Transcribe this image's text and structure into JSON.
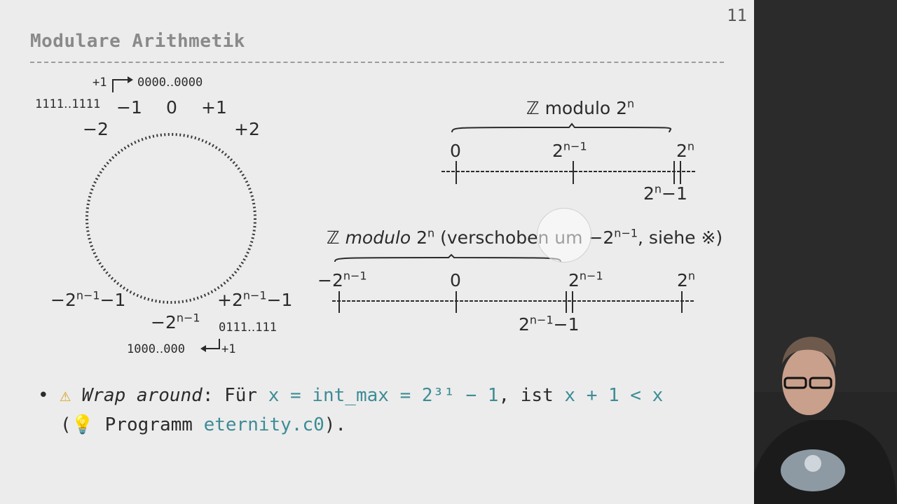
{
  "slide": {
    "number": "11",
    "title": "Modulare Arithmetik"
  },
  "circle": {
    "top_plus1": "+1",
    "top_bits": "0000‥0000",
    "left_bits": "1111‥1111",
    "minus1": "−1",
    "zero": "0",
    "plus1": "+1",
    "minus2": "−2",
    "plus2": "+2",
    "neg_min_minus1_base": "−2",
    "neg_min_minus1_sup": "n−1",
    "neg_min_minus1_tail": "−1",
    "pos_max_base": "+2",
    "pos_max_sup": "n−1",
    "pos_max_tail": "−1",
    "bottom_base": "−2",
    "bottom_sup": "n−1",
    "right_bits": "0111‥111",
    "bottom_bits": "1000‥000",
    "bottom_plus1": "+1"
  },
  "line1": {
    "caption_set": "ℤ",
    "caption_text": "modulo 2",
    "caption_sup": "n",
    "tick0": "0",
    "tick_mid_base": "2",
    "tick_mid_sup": "n−1",
    "tick_end_base": "2",
    "tick_end_sup": "n",
    "below_base": "2",
    "below_sup": "n",
    "below_tail": "−1"
  },
  "line2": {
    "caption_set": "ℤ",
    "caption_italic": "modulo",
    "caption_text": " 2",
    "caption_sup": "n",
    "caption_paren": " (verschoben um −2",
    "caption_paren_sup": "n−1",
    "caption_end": ", siehe ※)",
    "tick_left_base": "−2",
    "tick_left_sup": "n−1",
    "tick0": "0",
    "tick_mid_base": "2",
    "tick_mid_sup": "n−1",
    "tick_end_base": "2",
    "tick_end_sup": "n",
    "below_base": "2",
    "below_sup": "n−1",
    "below_tail": "−1"
  },
  "bullet": {
    "dot": "•",
    "warn_icon": "⚠",
    "wrap": "Wrap around",
    "colon_fuer": ": Für ",
    "expr1": "x = int_max = 2³¹ − 1",
    "ist": ", ist ",
    "expr2": "x + 1 < x",
    "open": "(",
    "bulb_icon": "💡",
    "programm": " Programm ",
    "file": "eternity.c0",
    "close": ")."
  }
}
